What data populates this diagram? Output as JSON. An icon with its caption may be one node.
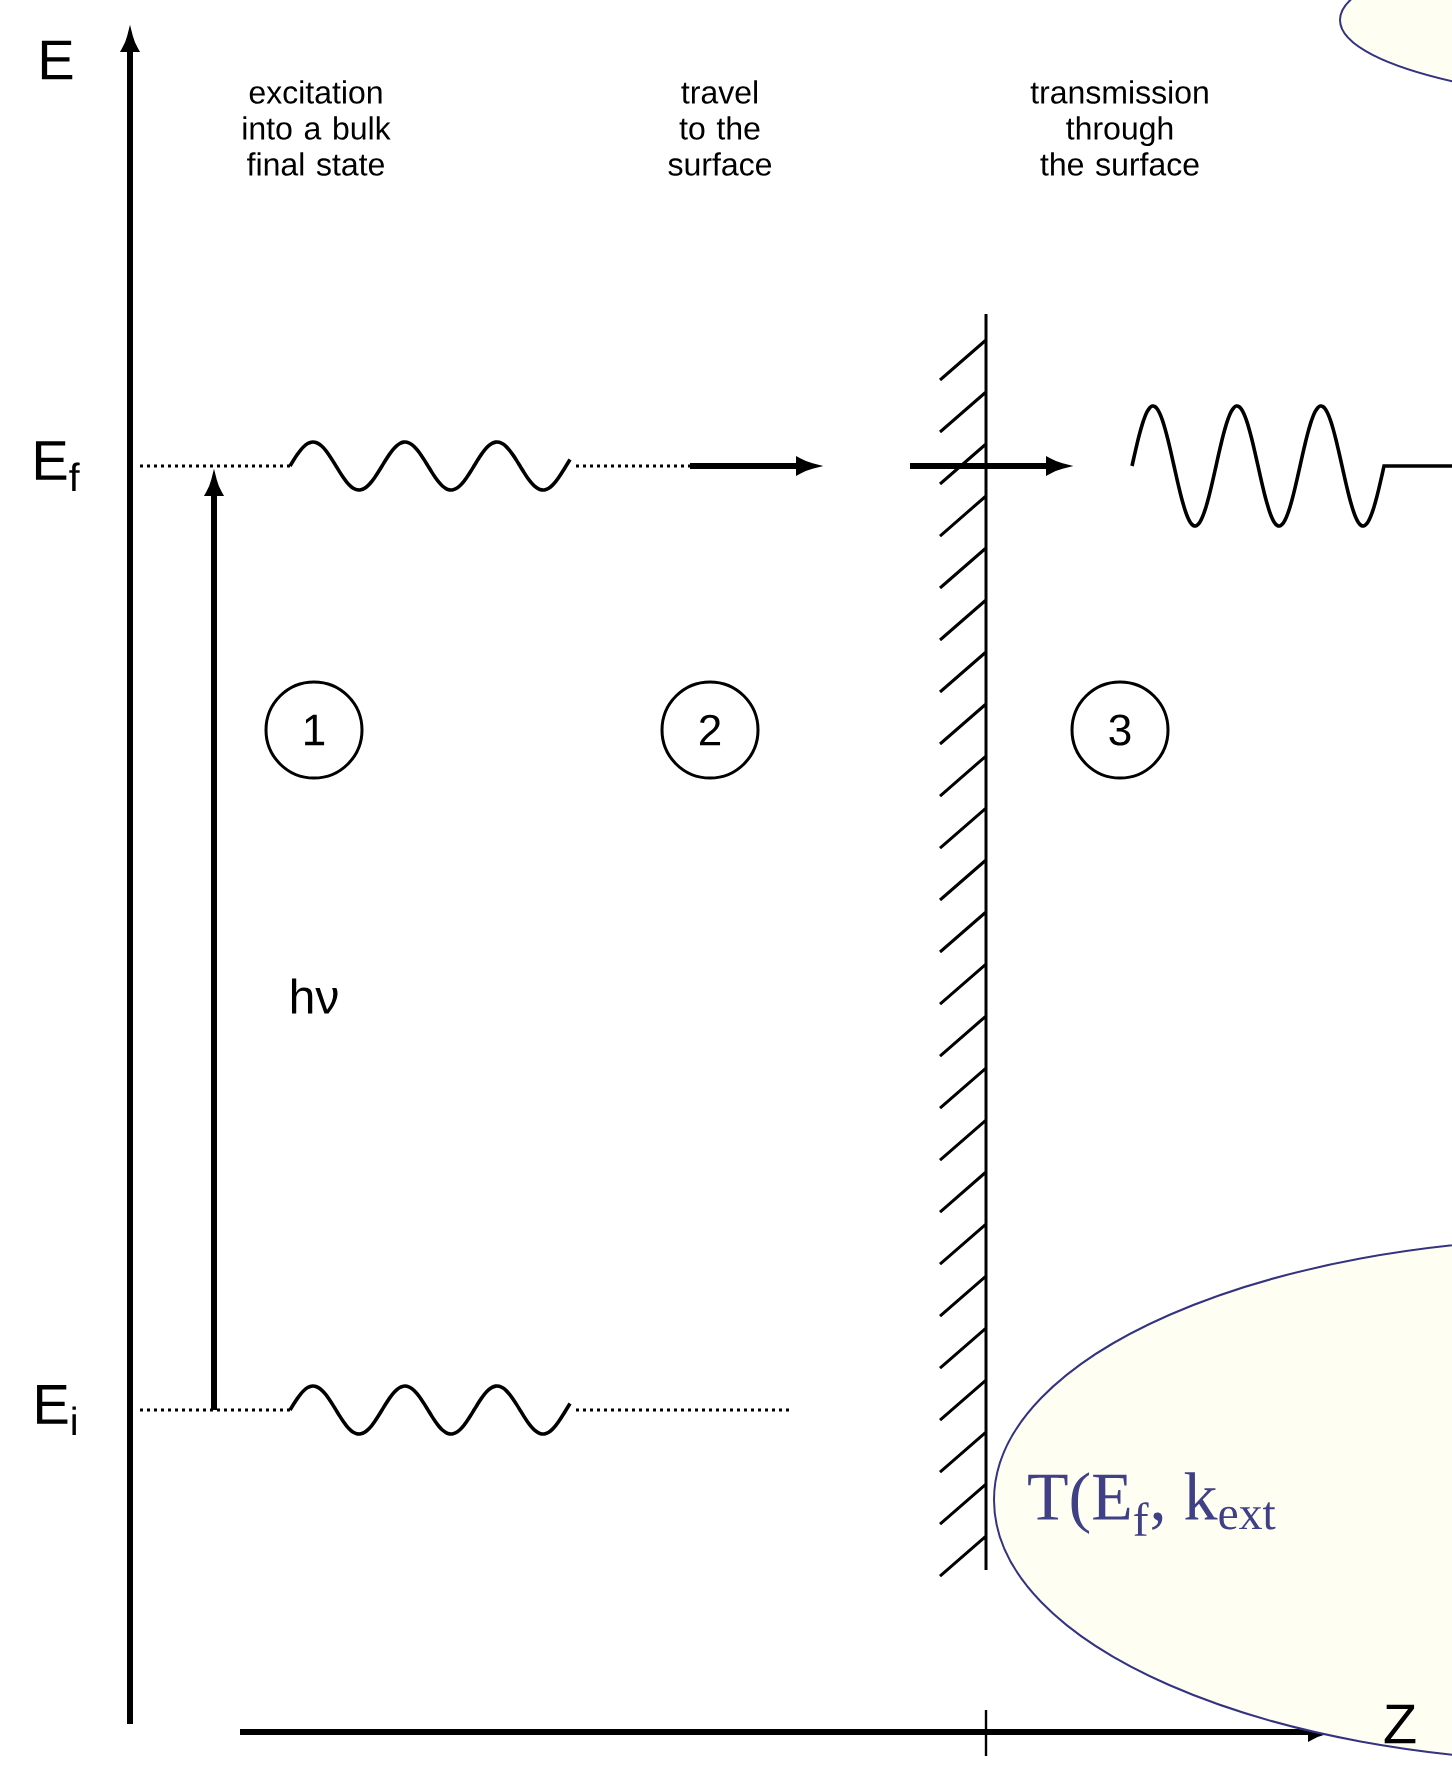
{
  "diagram": {
    "nodes": [
      {
        "text": [
          "1"
        ]
      },
      {
        "text": [
          "2"
        ]
      },
      {
        "text": [
          "3"
        ]
      },
      {
        "text": [],
        "shape": "ellipse"
      },
      {
        "text": [
          "T(E$_{f}$, k$_{ext}$"
        ]
      }
    ],
    "labels": [
      "E",
      "excitation into a bulk final state",
      "travel to the surface",
      "transmission through the surface",
      "E$_{f}$",
      "hν",
      "E$_{i}$",
      "Z"
    ]
  }
}
